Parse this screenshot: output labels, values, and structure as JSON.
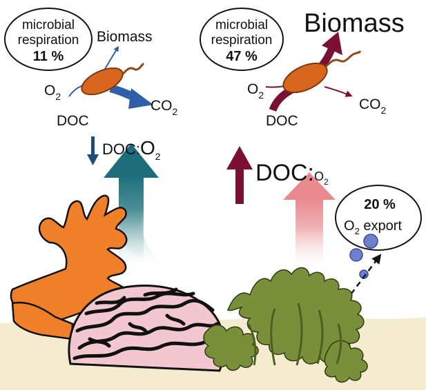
{
  "left_panel": {
    "bubble": {
      "line1": "microbial",
      "line2": "respiration",
      "value": "11 %"
    },
    "biomass_label": "Biomass",
    "o2_label": "O",
    "o2_sub": "2",
    "co2_label": "CO",
    "co2_sub": "2",
    "doc_label": "DOC",
    "ratio_label": "DOC:",
    "ratio_o2": "O",
    "ratio_o2_sub": "2",
    "ratio_direction": "decrease",
    "colors": {
      "flux": "#2e5fa8",
      "bacterium": "#d9661e",
      "upward_arrow": "#1d6e7a"
    }
  },
  "right_panel": {
    "bubble": {
      "line1": "microbial",
      "line2": "respiration",
      "value": "47 %"
    },
    "biomass_label": "Biomass",
    "o2_label": "O",
    "o2_sub": "2",
    "co2_label": "CO",
    "co2_sub": "2",
    "doc_label": "DOC",
    "ratio_label": "DOC:",
    "ratio_o2": "O",
    "ratio_o2_sub": "2",
    "ratio_direction": "increase",
    "colors": {
      "flux": "#7a1034",
      "bacterium": "#d9661e",
      "upward_arrow": "#e88a8e"
    }
  },
  "export_bubble": {
    "value": "20 %",
    "label": "O",
    "label_sub": "2",
    "label_rest": " export"
  },
  "scene": {
    "icons": [
      "coral-branching-icon",
      "brain-coral-icon",
      "macroalgae-icon",
      "oxygen-bubble-icon"
    ],
    "colors": {
      "sand": "#f5ecd0",
      "coral_orange": "#f07f2a",
      "algae": "#7a8f3a",
      "brain_coral": "#f3c7cf",
      "bubble": "#6f7fd0"
    }
  }
}
